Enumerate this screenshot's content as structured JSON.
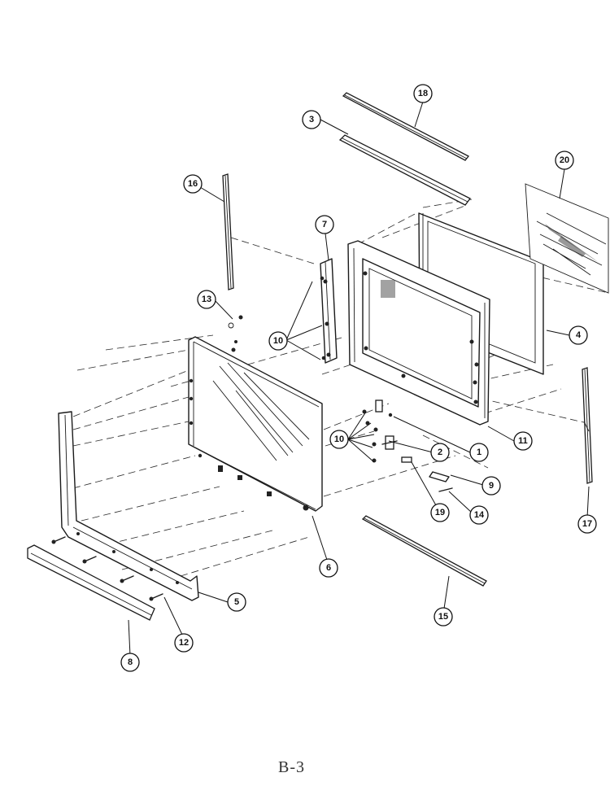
{
  "page_label": "B-3",
  "part_numbers": {
    "p1": "1",
    "p2": "2",
    "p3": "3",
    "p4": "4",
    "p5": "5",
    "p6": "6",
    "p7": "7",
    "p8": "8",
    "p9": "9",
    "p10a": "10",
    "p10b": "10",
    "p11": "11",
    "p12": "12",
    "p13": "13",
    "p14": "14",
    "p15": "15",
    "p16": "16",
    "p17": "17",
    "p18": "18",
    "p19": "19",
    "p20": "20"
  }
}
